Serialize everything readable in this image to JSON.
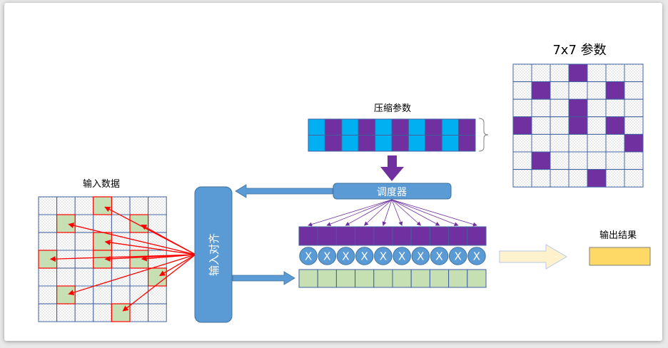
{
  "labels": {
    "input_data": "输入数据",
    "compressed_params": "压缩参数",
    "scheduler": "调度器",
    "input_align": "输入对齐",
    "output_result": "输出结果",
    "param_matrix_title": "7x7 参数",
    "multiply_symbol": "X"
  },
  "colors": {
    "grid_line": "#3f5f9f",
    "dot_fill": "#f2f2f2",
    "purple": "#7030a0",
    "cyan": "#00b0f0",
    "green": "#c6e0b4",
    "red": "#ff0000",
    "blue_box": "#5b9bd5",
    "blue_box_dark": "#41719c",
    "yellow": "#ffd966",
    "arrow_light": "#fff2cc"
  },
  "param_matrix": {
    "rows": 7,
    "cols": 7,
    "filled": [
      [
        0,
        3
      ],
      [
        1,
        1
      ],
      [
        1,
        5
      ],
      [
        2,
        3
      ],
      [
        3,
        0
      ],
      [
        3,
        3
      ],
      [
        3,
        5
      ],
      [
        4,
        6
      ],
      [
        5,
        1
      ],
      [
        6,
        4
      ]
    ]
  },
  "input_grid": {
    "rows": 7,
    "cols": 7,
    "highlighted": [
      [
        0,
        3
      ],
      [
        1,
        1
      ],
      [
        1,
        5
      ],
      [
        2,
        3
      ],
      [
        3,
        0
      ],
      [
        3,
        3
      ],
      [
        3,
        5
      ],
      [
        4,
        6
      ],
      [
        5,
        1
      ],
      [
        6,
        4
      ]
    ]
  },
  "compressed_strip": {
    "cols": 10,
    "top_row": [
      "cyan",
      "purple",
      "cyan",
      "purple",
      "cyan",
      "purple",
      "cyan",
      "purple",
      "cyan",
      "purple"
    ],
    "bottom_row": [
      "cyan",
      "purple",
      "cyan",
      "purple",
      "cyan",
      "purple",
      "cyan",
      "purple",
      "cyan",
      "purple"
    ]
  },
  "compute_unit": {
    "count": 10
  }
}
